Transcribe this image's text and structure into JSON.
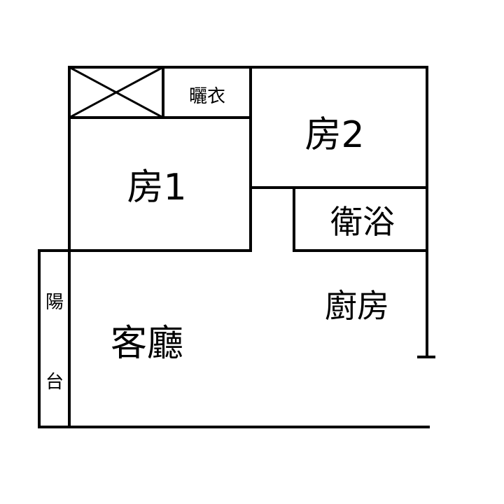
{
  "rooms": {
    "room1": "房1",
    "room2": "房2",
    "laundry": "曬衣",
    "bathroom": "衛浴",
    "kitchen": "廚房",
    "living_room": "客廳",
    "balcony_top": "陽",
    "balcony_bottom": "台"
  }
}
